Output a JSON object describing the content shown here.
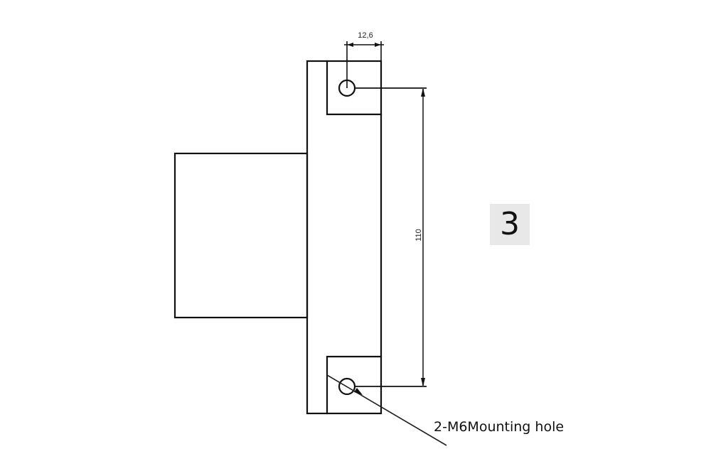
{
  "figure": {
    "label": "3",
    "label_bg": "#e8e8e8",
    "line_color": "#111111"
  },
  "dimensions": {
    "hole_offset": "12,6",
    "hole_spacing": "110"
  },
  "callout": {
    "text": "2-M6Mounting hole"
  },
  "parts": {
    "body": "motor-body",
    "flange": "mounting-flange",
    "brackets": [
      "top-mounting-bracket",
      "bottom-mounting-bracket"
    ],
    "holes": [
      "top-mounting-hole",
      "bottom-mounting-hole"
    ]
  }
}
